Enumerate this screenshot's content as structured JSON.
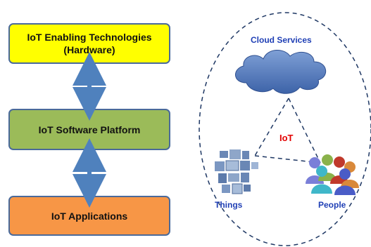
{
  "stack": {
    "hardware_label": "IoT Enabling Technologies\n(Hardware)",
    "software_label": "IoT Software Platform",
    "applications_label": "IoT Applications"
  },
  "ecosystem": {
    "cloud_label": "Cloud Services",
    "center_label": "IoT",
    "things_label": "Things",
    "people_label": "People"
  },
  "colors": {
    "hardware_fill": "#ffff00",
    "software_fill": "#9bbb59",
    "applications_fill": "#f79646",
    "arrow": "#4f81bd",
    "label_blue": "#1f3fb5",
    "iot_red": "#e30000"
  }
}
